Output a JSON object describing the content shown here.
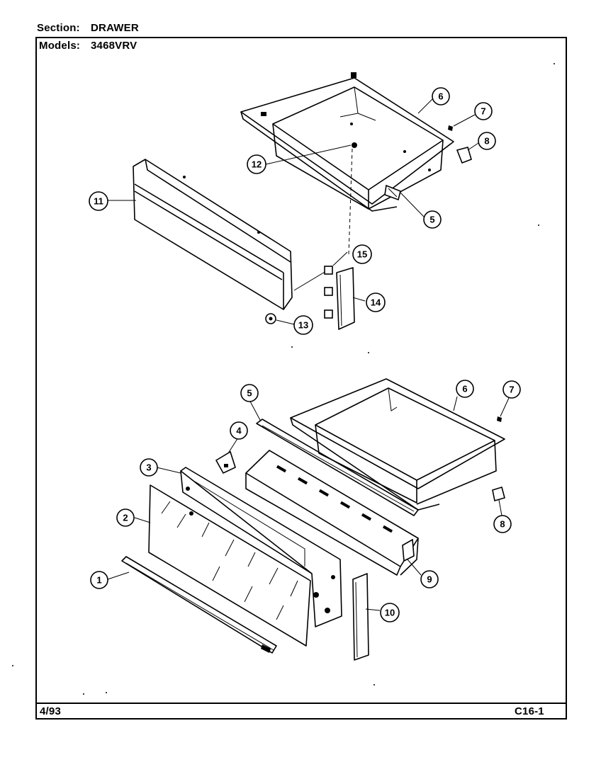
{
  "header": {
    "section_label": "Section:",
    "section_value": "DRAWER",
    "models_label": "Models:",
    "models_value": "3468VRV"
  },
  "footer": {
    "date": "4/93",
    "page_code": "C16-1"
  },
  "callouts": {
    "c1": "1",
    "c2": "2",
    "c3": "3",
    "c4": "4",
    "c5a": "5",
    "c5b": "5",
    "c6a": "6",
    "c6b": "6",
    "c7a": "7",
    "c7b": "7",
    "c8a": "8",
    "c8b": "8",
    "c9": "9",
    "c10": "10",
    "c11": "11",
    "c12": "12",
    "c13": "13",
    "c14": "14",
    "c15": "15"
  }
}
